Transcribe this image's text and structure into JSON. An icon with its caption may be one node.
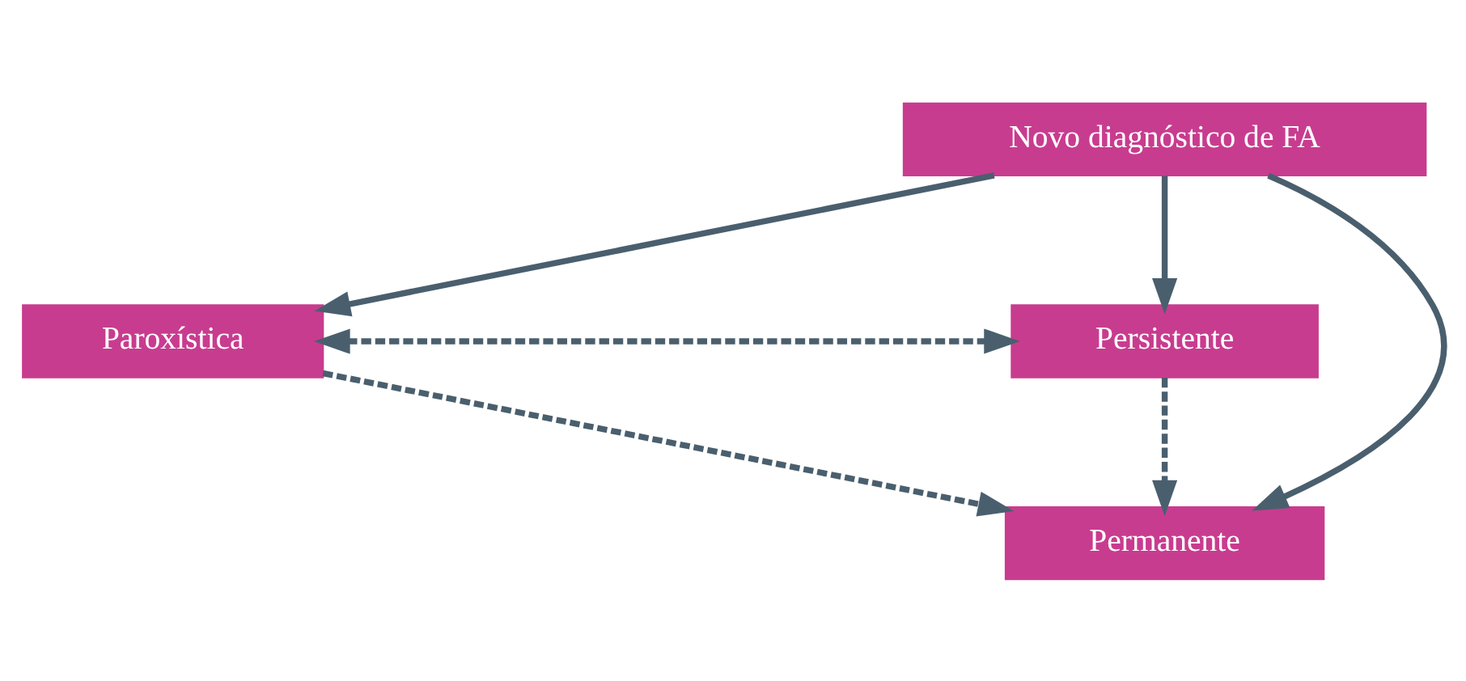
{
  "diagram": {
    "nodes": [
      {
        "text": [
          "Novo diagnóstico de FA"
        ]
      },
      {
        "text": [
          "Paroxística"
        ]
      },
      {
        "text": [
          "Persistente"
        ]
      },
      {
        "text": [
          "Permanente"
        ]
      }
    ],
    "edges": [
      {
        "from": 0,
        "to": 1,
        "arrow": "to"
      },
      {
        "from": 0,
        "to": 3,
        "arrow": "to"
      },
      {
        "from": 0,
        "to": 2,
        "arrow": "to"
      },
      {
        "from": 1,
        "to": 2,
        "arrow": "both",
        "style": "dashed"
      },
      {
        "from": 1,
        "to": 3,
        "arrow": "to",
        "style": "dashed"
      },
      {
        "from": 2,
        "to": 3,
        "arrow": "to",
        "style": "dashed"
      }
    ]
  }
}
